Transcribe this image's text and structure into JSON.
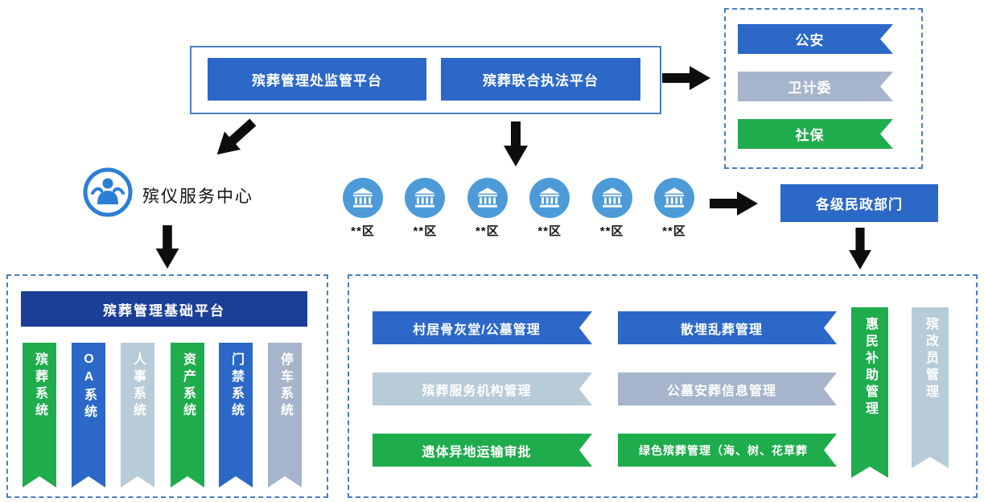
{
  "colors": {
    "blue": "#2c68c8",
    "dark_blue": "#1b3f97",
    "green": "#1fac4d",
    "gray_blue": "#a6b5cb",
    "light_gray_blue": "#b7cbd9",
    "border_blue": "#4a7ec0",
    "icon_blue": "#4c9bd8",
    "arrow_black": "#0d0d0d"
  },
  "top_platforms": {
    "monitor_label": "殡葬管理处监管平台",
    "enforcement_label": "殡葬联合执法平台"
  },
  "external_depts": [
    {
      "label": "公安",
      "color": "#2c68c8"
    },
    {
      "label": "卫计委",
      "color": "#a6b5cb"
    },
    {
      "label": "社保",
      "color": "#1fac4d"
    }
  ],
  "service_center": {
    "label": "殡仪服务中心"
  },
  "districts": [
    {
      "label": "**区"
    },
    {
      "label": "**区"
    },
    {
      "label": "**区"
    },
    {
      "label": "**区"
    },
    {
      "label": "**区"
    },
    {
      "label": "**区"
    }
  ],
  "civil_affairs": {
    "label": "各级民政部门"
  },
  "base_platform": {
    "title": "殡葬管理基础平台",
    "systems": [
      {
        "label": "殡葬系统",
        "color": "#1fac4d"
      },
      {
        "label": "OA系统",
        "color": "#2c68c8"
      },
      {
        "label": "人事系统",
        "color": "#b7cbd9"
      },
      {
        "label": "资产系统",
        "color": "#1fac4d"
      },
      {
        "label": "门禁系统",
        "color": "#2c68c8"
      },
      {
        "label": "停车系统",
        "color": "#a6b5cb"
      }
    ]
  },
  "modules": {
    "horizontal": [
      {
        "label": "村居骨灰堂/公墓管理",
        "color": "#2c68c8"
      },
      {
        "label": "散埋乱葬管理",
        "color": "#2c68c8"
      },
      {
        "label": "殡葬服务机构管理",
        "color": "#b7cbd9"
      },
      {
        "label": "公墓安葬信息管理",
        "color": "#a6b5cb"
      },
      {
        "label": "遗体异地运输审批",
        "color": "#1fac4d"
      },
      {
        "label": "绿色殡葬管理（海、树、花草葬",
        "color": "#1fac4d"
      }
    ],
    "vertical": [
      {
        "label": "惠民补助管理",
        "color": "#1fac4d"
      },
      {
        "label": "殡改员管理",
        "color": "#b7cbd9"
      }
    ]
  }
}
